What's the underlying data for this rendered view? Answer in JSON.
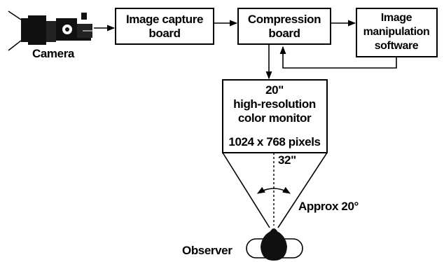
{
  "camera": {
    "label": "Camera"
  },
  "capture_board": {
    "line1": "Image capture",
    "line2": "board"
  },
  "compression_board": {
    "line1": "Compression",
    "line2": "board"
  },
  "manipulation_software": {
    "line1": "Image",
    "line2": "manipulation",
    "line3": "software"
  },
  "monitor": {
    "line1": "20\"",
    "line2": "high-resolution",
    "line3": "color monitor",
    "resolution": "1024 x 768 pixels"
  },
  "viewing_distance": "32\"",
  "viewing_angle": "Approx 20°",
  "observer": {
    "label": "Observer"
  }
}
